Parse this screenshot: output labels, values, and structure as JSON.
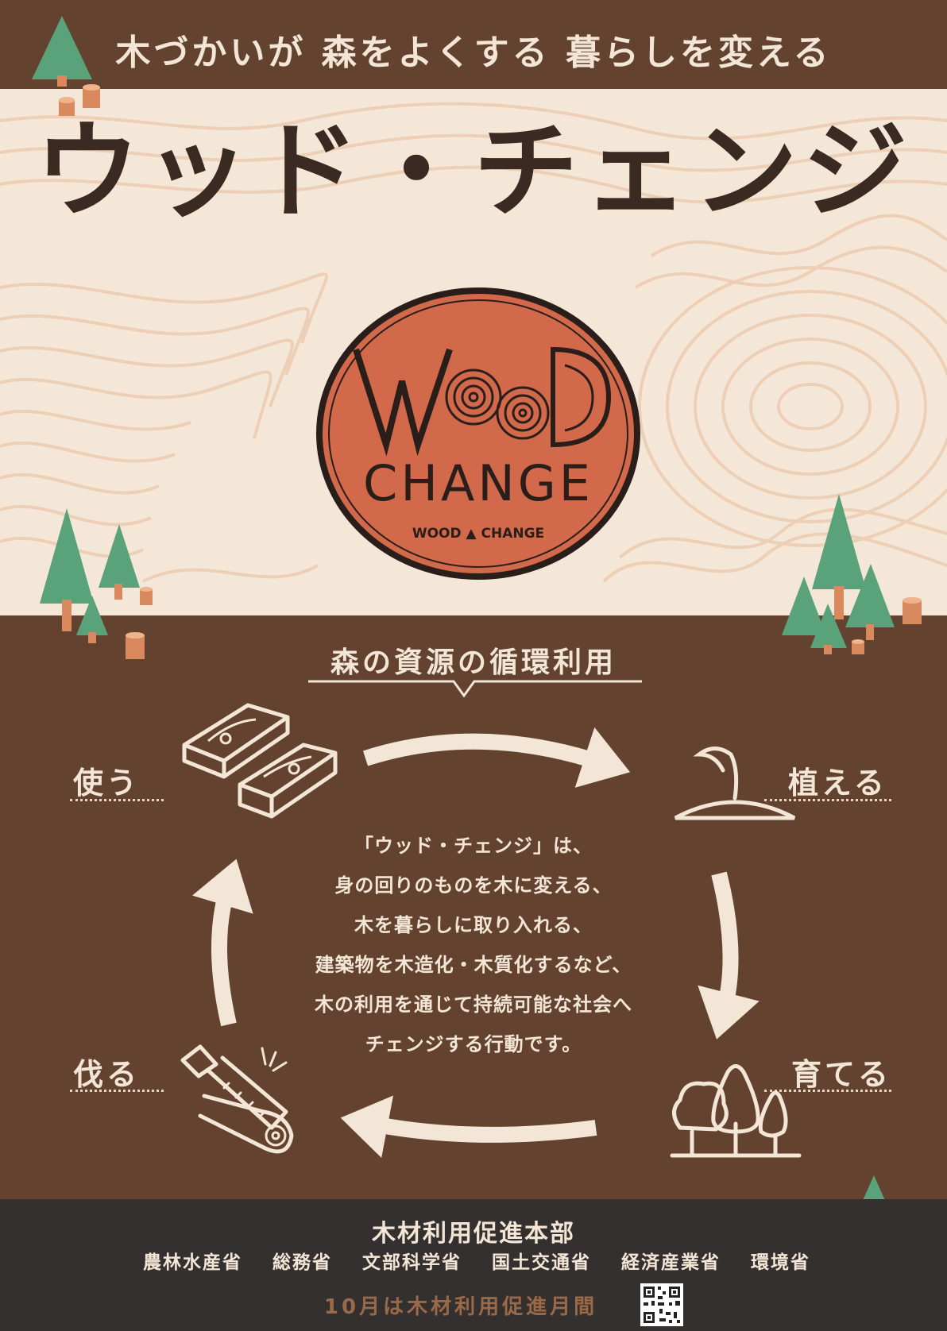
{
  "tagline": "木づかいが 森をよくする 暮らしを変える",
  "title": "ウッド・チェンジ",
  "logo": {
    "word_top": "WOOD",
    "word_main": "CHANGE",
    "word_small": "WOOD ▲ CHANGE"
  },
  "cycle": {
    "heading": "森の資源の循環利用",
    "stages": {
      "use": "使う",
      "plant": "植える",
      "grow": "育てる",
      "cut": "伐る"
    },
    "description": [
      "「ウッド・チェンジ」は、",
      "身の回りのものを木に変える、",
      "木を暮らしに取り入れる、",
      "建築物を木造化・木質化するなど、",
      "木の利用を通じて持続可能な社会へ",
      "チェンジする行動です。"
    ]
  },
  "footer": {
    "organization": "木材利用促進本部",
    "ministries": [
      "農林水産省",
      "総務省",
      "文部科学省",
      "国土交通省",
      "経済産業省",
      "環境省"
    ],
    "month_notice": "10月は木材利用促進月間"
  },
  "colors": {
    "brown": "#634330",
    "cream": "#f5e7d8",
    "grain_line": "#eccfb5",
    "logo_orange": "#d2694a",
    "tree_green": "#5aa27a",
    "stump": "#d88a5e",
    "footer": "#353030"
  }
}
